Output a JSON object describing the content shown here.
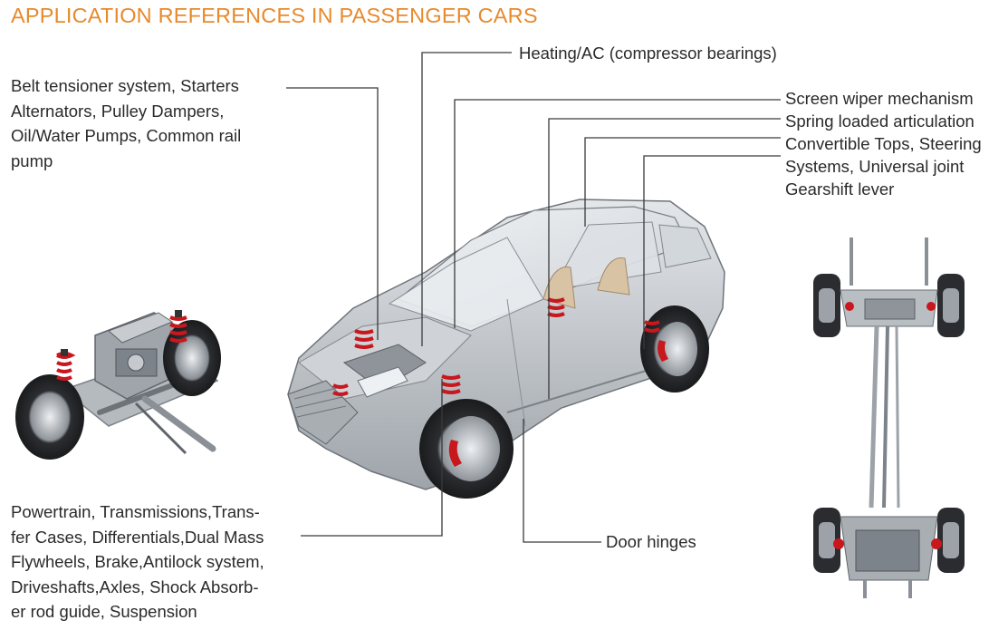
{
  "title": "APPLICATION REFERENCES IN PASSENGER CARS",
  "colors": {
    "title": "#e8892c",
    "text": "#2a2a2a",
    "leader_lines": "#3a3a3a",
    "springs": "#c8171d",
    "car_body": "#b9bec4"
  },
  "labels": {
    "heating": "Heating/AC (compressor bearings)",
    "belt": [
      "Belt tensioner system, Starters",
      "Alternators, Pulley Dampers,",
      "Oil/Water Pumps, Common rail",
      "pump"
    ],
    "wiper": "Screen wiper mechanism",
    "spring": "Spring loaded articulation",
    "convertible": [
      "Convertible Tops, Steering",
      "Systems, Universal joint",
      "Gearshift lever"
    ],
    "powertrain": [
      "Powertrain, Transmissions,Trans-",
      "fer Cases, Differentials,Dual Mass",
      "Flywheels, Brake,Antilock system,",
      "Driveshafts,Axles, Shock Absorb-",
      "er rod guide, Suspension"
    ],
    "door": "Door hinges"
  },
  "images": {
    "left": "front-axle-assembly-icon",
    "center": "transparent-suv-icon",
    "right": "chassis-frame-icon"
  }
}
